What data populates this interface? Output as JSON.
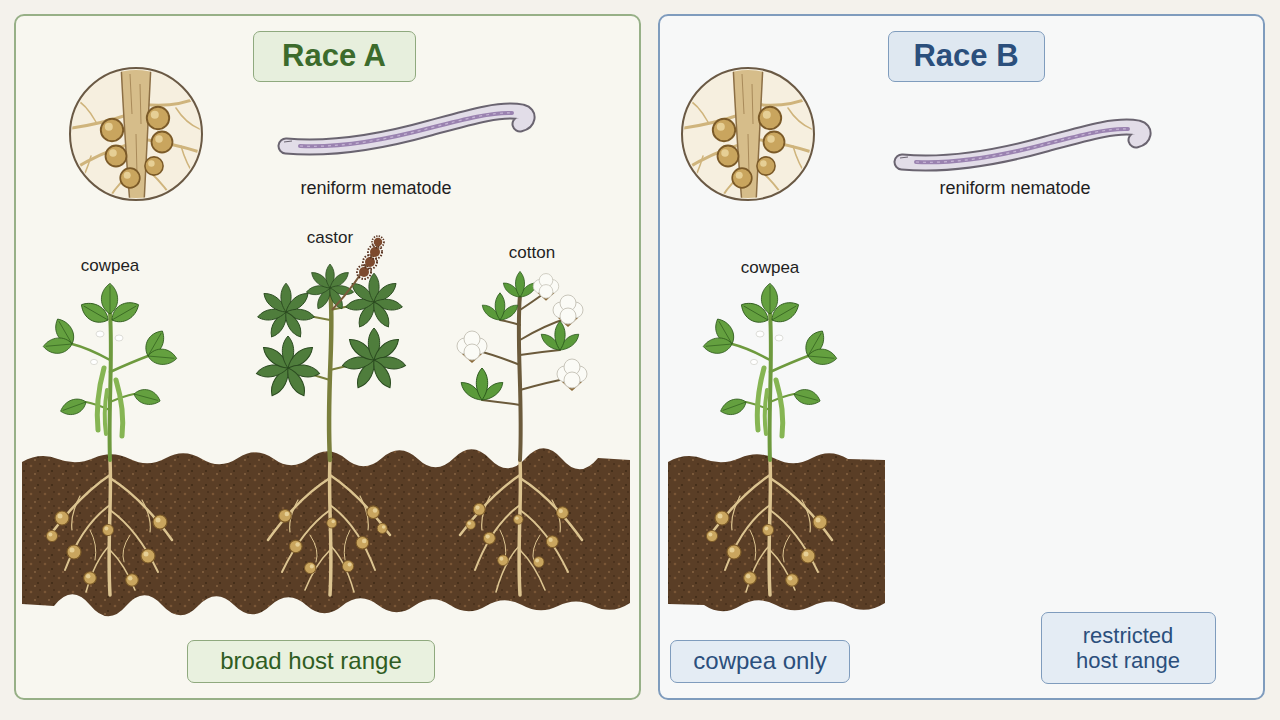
{
  "diagram": {
    "nodes": [
      {
        "text": []
      },
      {
        "text": [
          "Race A"
        ],
        "in": 0
      },
      {
        "text": [
          "broad host range"
        ],
        "in": 0
      },
      {
        "text": []
      },
      {
        "text": [
          "Race B"
        ],
        "in": 3
      },
      {
        "text": [
          "cowpea only"
        ],
        "in": 3
      },
      {
        "text": [
          "restricted host range"
        ],
        "in": 3
      }
    ],
    "labels": [
      "reniform nematode",
      "cowpea",
      "castor",
      "cotton",
      "reniform nematode",
      "cowpea"
    ]
  }
}
